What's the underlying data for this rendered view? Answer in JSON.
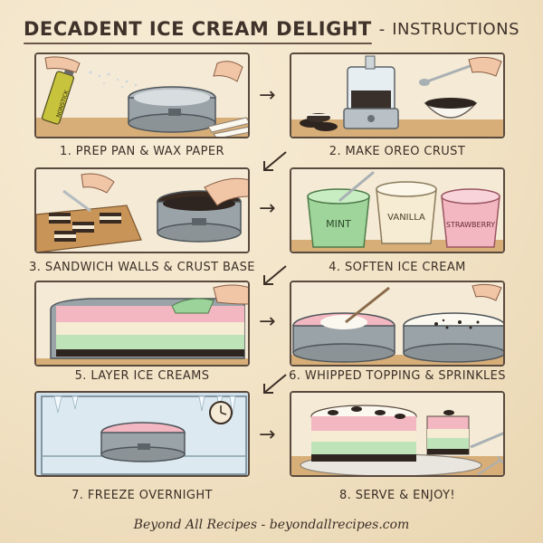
{
  "header": {
    "title": "DECADENT ICE CREAM DELIGHT",
    "separator": "-",
    "subtitle": "INSTRUCTIONS"
  },
  "steps": [
    {
      "label": "1. PREP PAN & WAX PAPER",
      "can_text": "NONSTICK"
    },
    {
      "label": "2. MAKE OREO CRUST"
    },
    {
      "label": "3. SANDWICH WALLS & CRUST BASE"
    },
    {
      "label": "4. SOFTEN ICE CREAM",
      "tubs": [
        "MINT",
        "VANILLA",
        "STRAWBERRY"
      ]
    },
    {
      "label": "5. LAYER ICE CREAMS"
    },
    {
      "label": "6. WHIPPED TOPPING & SPRINKLES"
    },
    {
      "label": "7. FREEZE OVERNIGHT"
    },
    {
      "label": "8. SERVE & ENJOY!"
    }
  ],
  "footer": {
    "text": "Beyond All Recipes - beyondallrecipes.com"
  },
  "colors": {
    "mint": "#bfe3b8",
    "vanilla": "#f5ecd3",
    "strawberry": "#f3b7c1",
    "oreo": "#2e2520",
    "table": "#d8ae78",
    "pan": "#9aa3a8"
  }
}
